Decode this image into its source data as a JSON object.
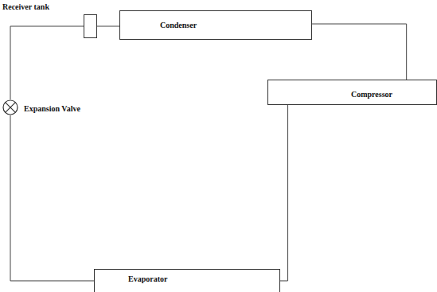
{
  "diagram": {
    "nodes": [
      {
        "text": [
          "Receiver tank"
        ]
      },
      {
        "text": [
          "Condenser"
        ]
      },
      {
        "text": [
          "Compressor"
        ]
      },
      {
        "text": [
          "Expansion Valve"
        ]
      },
      {
        "text": [
          "Evaporator"
        ]
      }
    ],
    "edges": [
      {
        "from": 0,
        "to": 1,
        "arrow": "none"
      },
      {
        "from": 1,
        "to": 2,
        "arrow": "none"
      },
      {
        "from": 2,
        "to": 4,
        "arrow": "none"
      },
      {
        "from": 4,
        "to": 3,
        "arrow": "none"
      },
      {
        "from": 3,
        "to": 0,
        "arrow": "none"
      }
    ]
  }
}
